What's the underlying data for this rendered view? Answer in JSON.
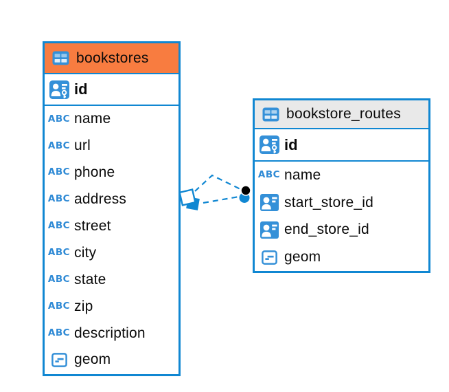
{
  "diagram": {
    "background": "#ffffff",
    "colors": {
      "accent_blue": "#1087d2",
      "icon_blue": "#3490d8",
      "bookstores_header_bg": "#f87c40",
      "routes_header_bg": "#e9e9e9",
      "connector_dot_black": "#000000",
      "text": "#0a0a0a"
    }
  },
  "icons": {
    "text_glyph": "ABC"
  },
  "tables": [
    {
      "name": "bookstores",
      "header_icon": "table-icon",
      "primary_key": {
        "name": "id",
        "icon": "primary-key-icon"
      },
      "columns": [
        {
          "name": "name",
          "icon": "text-type-icon"
        },
        {
          "name": "url",
          "icon": "text-type-icon"
        },
        {
          "name": "phone",
          "icon": "text-type-icon"
        },
        {
          "name": "address",
          "icon": "text-type-icon"
        },
        {
          "name": "street",
          "icon": "text-type-icon"
        },
        {
          "name": "city",
          "icon": "text-type-icon"
        },
        {
          "name": "state",
          "icon": "text-type-icon"
        },
        {
          "name": "zip",
          "icon": "text-type-icon"
        },
        {
          "name": "description",
          "icon": "text-type-icon"
        },
        {
          "name": "geom",
          "icon": "geometry-type-icon"
        }
      ]
    },
    {
      "name": "bookstore_routes",
      "header_icon": "table-icon",
      "primary_key": {
        "name": "id",
        "icon": "primary-key-icon"
      },
      "columns": [
        {
          "name": "name",
          "icon": "text-type-icon"
        },
        {
          "name": "start_store_id",
          "icon": "foreign-key-icon"
        },
        {
          "name": "end_store_id",
          "icon": "foreign-key-icon"
        },
        {
          "name": "geom",
          "icon": "geometry-type-icon"
        }
      ]
    }
  ],
  "relationships": [
    {
      "from_table": "bookstore_routes",
      "to_table": "bookstores",
      "line_style": "dashed",
      "from_marker": "circle",
      "to_marker": "diamond"
    },
    {
      "from_table": "bookstore_routes",
      "to_table": "bookstores",
      "line_style": "dashed",
      "from_marker": "circle",
      "to_marker": "diamond"
    }
  ]
}
